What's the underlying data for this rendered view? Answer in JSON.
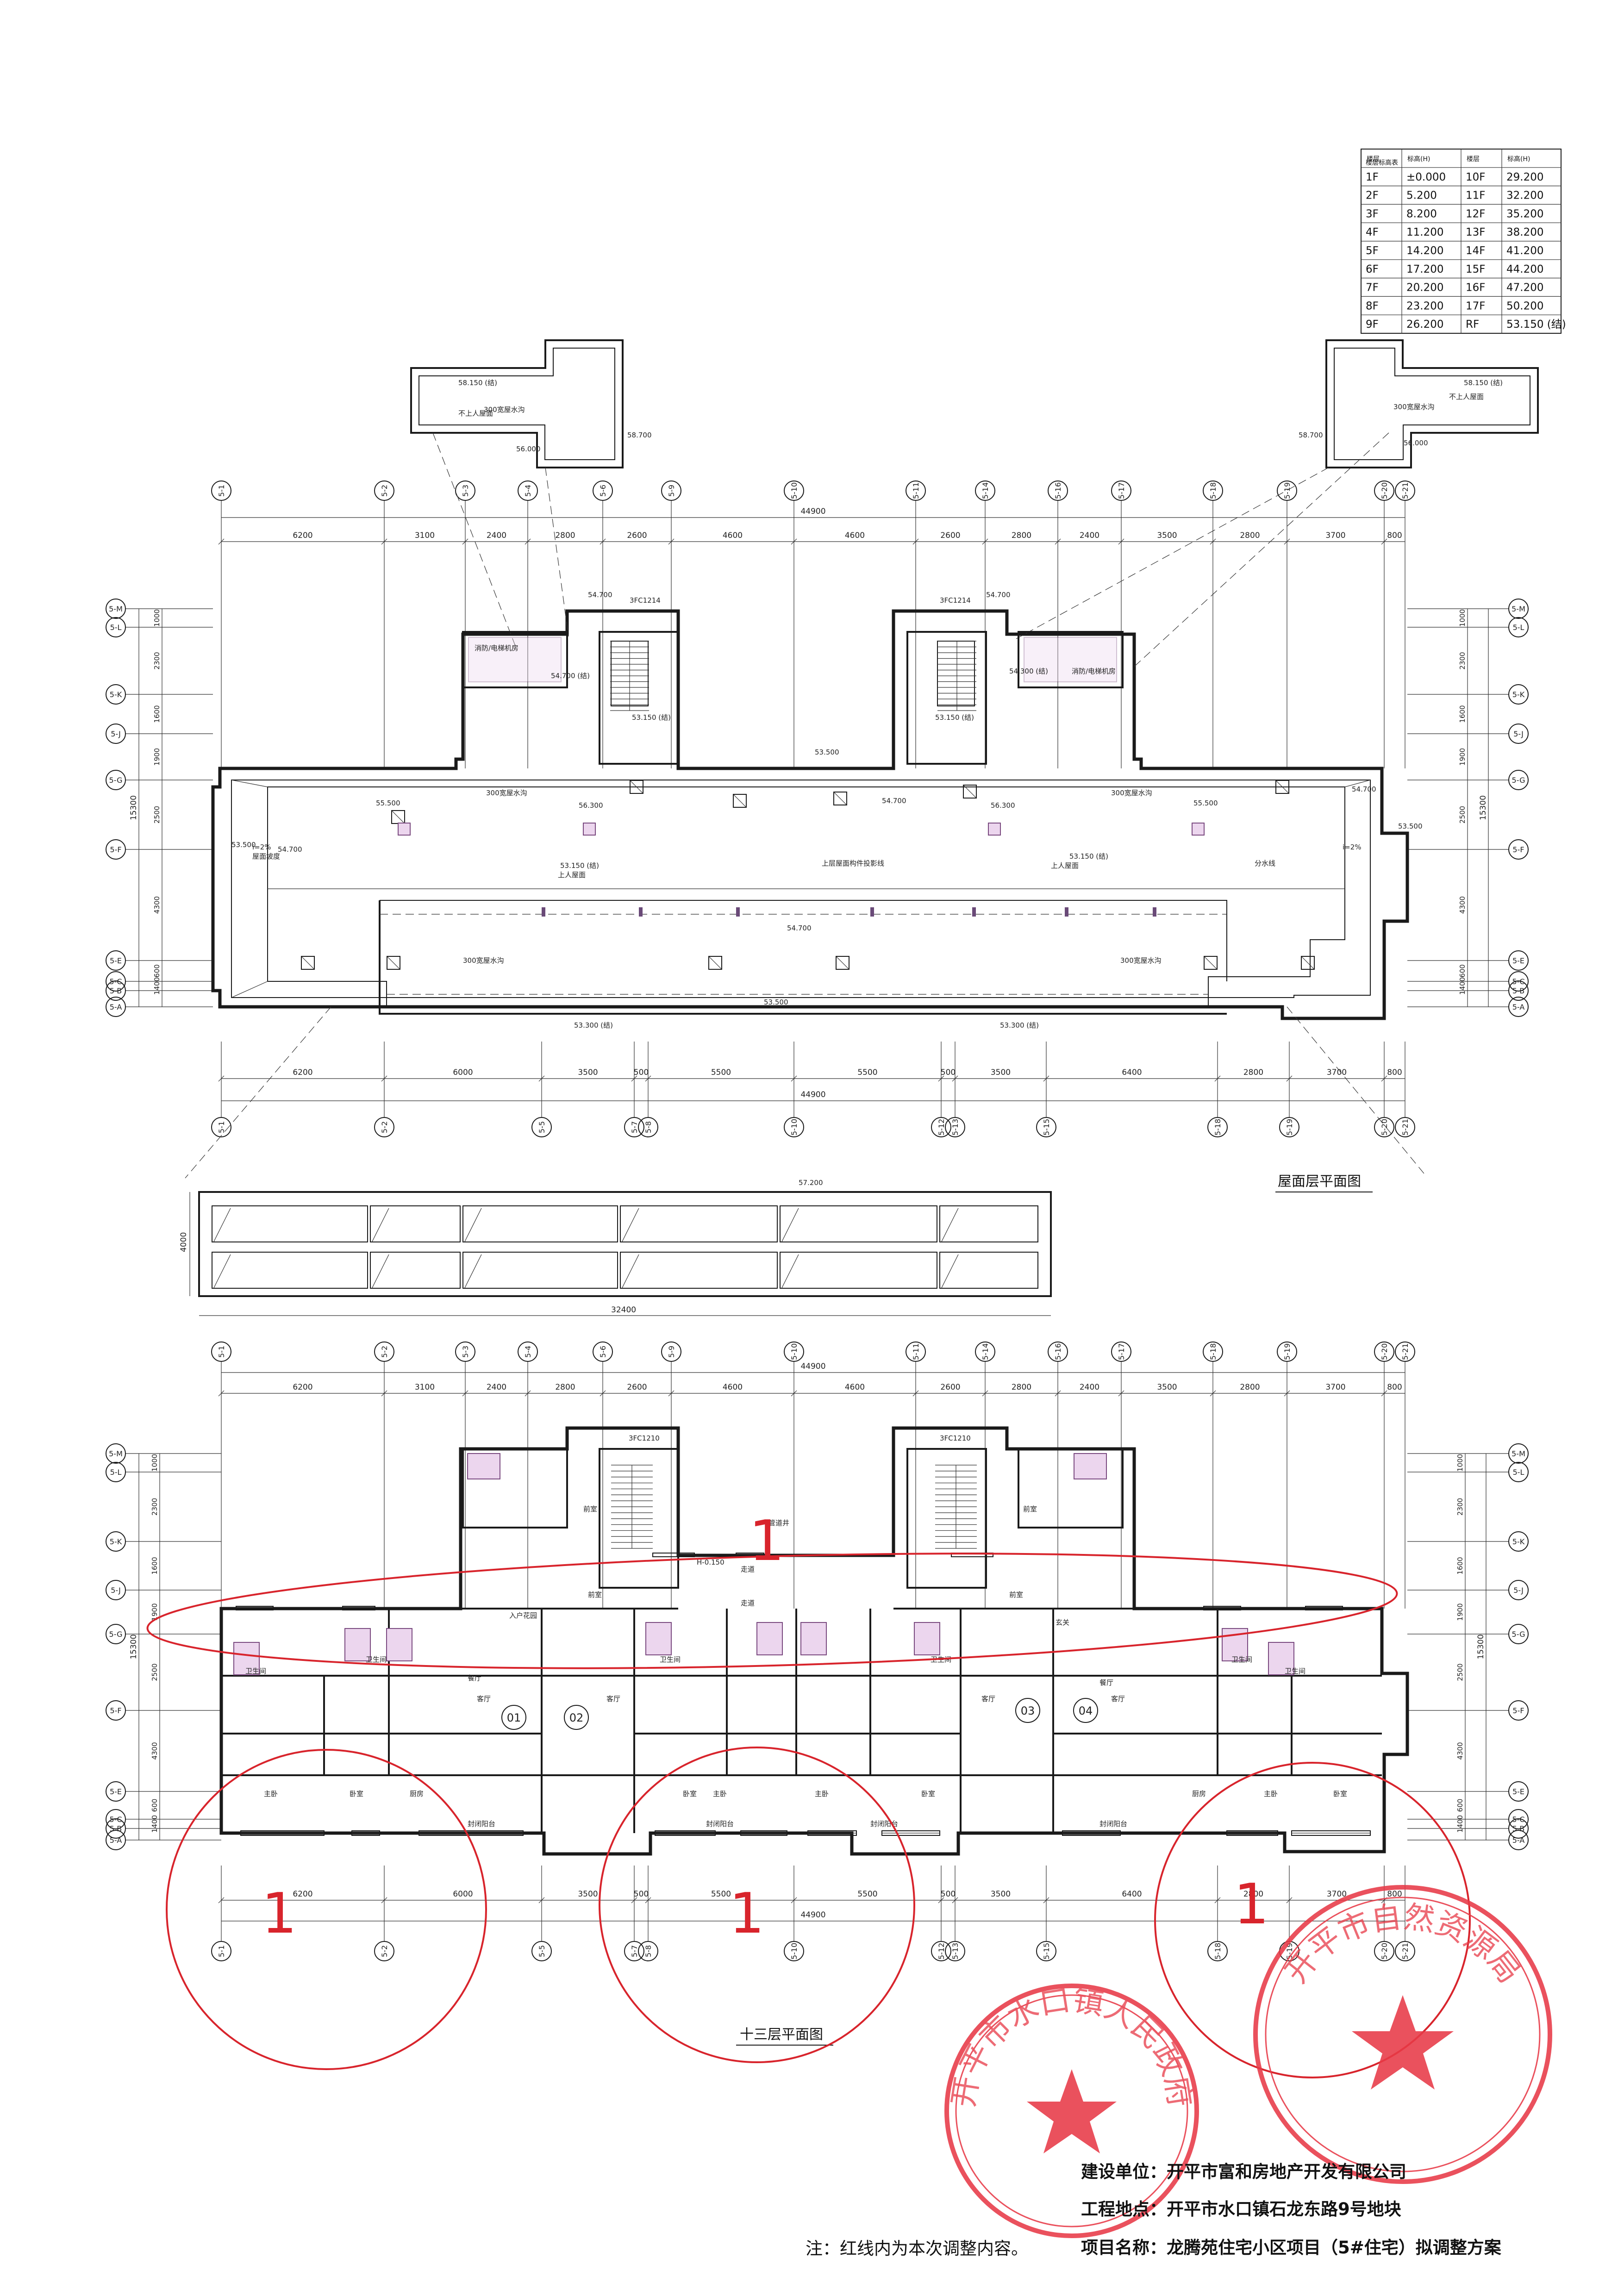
{
  "level_table": {
    "caption": "楼层标高表",
    "headers": [
      "楼层",
      "标高(H)",
      "楼层",
      "标高(H)"
    ],
    "rows": [
      [
        "1F",
        "±0.000",
        "10F",
        "29.200"
      ],
      [
        "2F",
        "5.200",
        "11F",
        "32.200"
      ],
      [
        "3F",
        "8.200",
        "12F",
        "35.200"
      ],
      [
        "4F",
        "11.200",
        "13F",
        "38.200"
      ],
      [
        "5F",
        "14.200",
        "14F",
        "41.200"
      ],
      [
        "6F",
        "17.200",
        "15F",
        "44.200"
      ],
      [
        "7F",
        "20.200",
        "16F",
        "47.200"
      ],
      [
        "8F",
        "23.200",
        "17F",
        "50.200"
      ],
      [
        "9F",
        "26.200",
        "RF",
        "53.150 (结)"
      ]
    ]
  },
  "roof_plan": {
    "title": "屋面层平面图",
    "axes_top": [
      "5-1",
      "5-2",
      "5-3",
      "5-4",
      "5-6",
      "5-9",
      "5-10",
      "5-11",
      "5-14",
      "5-16",
      "5-17",
      "5-18",
      "5-19",
      "5-20",
      "5-21"
    ],
    "dims_top": [
      "6200",
      "3100",
      "2400",
      "2800",
      "2600",
      "4600",
      "4600",
      "2600",
      "2800",
      "2400",
      "3500",
      "2800",
      "3700",
      "800"
    ],
    "total_top": "44900",
    "axes_bottom": [
      "5-1",
      "5-2",
      "5-5",
      "5-7",
      "5-8",
      "5-10",
      "5-12",
      "5-13",
      "5-15",
      "5-18",
      "5-19",
      "5-20",
      "5-21"
    ],
    "dims_bottom": [
      "6200",
      "6000",
      "3500",
      "500",
      "5500",
      "5500",
      "500",
      "3500",
      "6400",
      "2800",
      "3700",
      "800"
    ],
    "total_bottom": "44900",
    "axes_left": [
      "5-M",
      "5-L",
      "5-K",
      "5-J",
      "5-G",
      "5-F",
      "5-E",
      "5-C",
      "5-B",
      "5-A"
    ],
    "dims_side": [
      "1000",
      "2300",
      "1600",
      "1900",
      "2500",
      "4300",
      "600",
      "1400"
    ],
    "total_side": "15300",
    "elev_labels": [
      "58.150 (结)",
      "56.000",
      "58.700",
      "54.700",
      "54.300 (结)",
      "53.150 (结)",
      "53.500",
      "55.500",
      "56.300",
      "53.300 (结)",
      "57.200"
    ],
    "room_labels": [
      "消防/电梯机房",
      "不上人屋面",
      "上人屋面",
      "300宽屋水沟",
      "i=2%",
      "3FC1214"
    ],
    "parapet_width": "32400",
    "parapet_depth": "4000"
  },
  "floor13_plan": {
    "title": "十三层平面图",
    "axes_top": [
      "5-1",
      "5-2",
      "5-3",
      "5-4",
      "5-6",
      "5-9",
      "5-10",
      "5-11",
      "5-14",
      "5-16",
      "5-17",
      "5-18",
      "5-19",
      "5-20",
      "5-21"
    ],
    "dims_top": [
      "6200",
      "3100",
      "2400",
      "2800",
      "2600",
      "4600",
      "4600",
      "2600",
      "2800",
      "2400",
      "3500",
      "2800",
      "3700",
      "800"
    ],
    "total_top": "44900",
    "dims_bottom": [
      "6200",
      "6000",
      "3500",
      "500",
      "5500",
      "5500",
      "500",
      "3500",
      "6400",
      "2800",
      "3700",
      "800"
    ],
    "total_bottom": "44900",
    "units": [
      "01",
      "02",
      "03",
      "04"
    ],
    "room_labels": [
      "客厅",
      "主卧",
      "卧室",
      "餐厅",
      "厨房",
      "卫生间",
      "封闭阳台",
      "走道",
      "前室",
      "入户花园",
      "玄关"
    ],
    "markers": [
      "1",
      "1",
      "1",
      "1"
    ]
  },
  "footer": {
    "note": "注：红线内为本次调整内容。",
    "developer_label": "建设单位：",
    "developer": "开平市富和房地产开发有限公司",
    "location_label": "工程地点：",
    "location": "开平市水口镇石龙东路9号地块",
    "project_label": "项目名称：",
    "project": "龙腾苑住宅小区项目（5#住宅）拟调整方案"
  },
  "stamps": {
    "left": "开平市水口镇人民政府",
    "right": "开平市自然资源局"
  },
  "colors": {
    "red_markup": "#d8242c",
    "stamp": "#e83a47"
  }
}
